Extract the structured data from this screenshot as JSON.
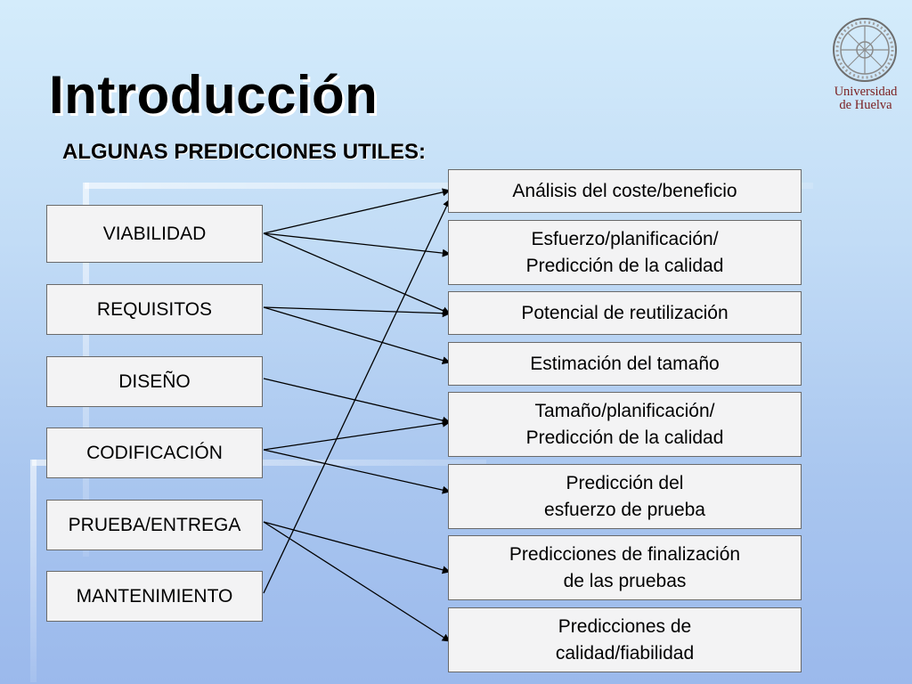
{
  "title": "Introducción",
  "subtitle": "ALGUNAS PREDICCIONES UTILES:",
  "logo": {
    "text": "Universidad\nde Huelva",
    "icon": "university-seal-icon",
    "color": "#7a1e1e"
  },
  "phases": [
    "VIABILIDAD",
    "REQUISITOS",
    "DISEÑO",
    "CODIFICACIÓN",
    "PRUEBA/ENTREGA",
    "MANTENIMIENTO"
  ],
  "predictions": [
    "Análisis del coste/beneficio",
    "Esfuerzo/planificación/\nPredicción de la calidad",
    "Potencial de reutilización",
    "Estimación del tamaño",
    "Tamaño/planificación/\nPredicción de la calidad",
    "Predicción del\nesfuerzo de prueba",
    "Predicciones de finalización\nde las pruebas",
    "Predicciones de\ncalidad/fiabilidad"
  ],
  "connections": [
    {
      "from": "VIABILIDAD",
      "to": "Análisis del coste/beneficio"
    },
    {
      "from": "VIABILIDAD",
      "to": "Esfuerzo/planificación/\nPredicción de la calidad"
    },
    {
      "from": "VIABILIDAD",
      "to": "Potencial de reutilización"
    },
    {
      "from": "REQUISITOS",
      "to": "Potencial de reutilización"
    },
    {
      "from": "REQUISITOS",
      "to": "Estimación del tamaño"
    },
    {
      "from": "DISEÑO",
      "to": "Tamaño/planificación/\nPredicción de la calidad"
    },
    {
      "from": "CODIFICACIÓN",
      "to": "Tamaño/planificación/\nPredicción de la calidad"
    },
    {
      "from": "CODIFICACIÓN",
      "to": "Predicción del\nesfuerzo de prueba"
    },
    {
      "from": "PRUEBA/ENTREGA",
      "to": "Predicciones de finalización\nde las pruebas"
    },
    {
      "from": "PRUEBA/ENTREGA",
      "to": "Predicciones de\ncalidad/fiabilidad"
    },
    {
      "from": "MANTENIMIENTO",
      "to": "Análisis del coste/beneficio"
    }
  ],
  "colors": {
    "line": "#000000",
    "box_fill": "#f3f3f4",
    "box_border": "#6a6a6a"
  }
}
